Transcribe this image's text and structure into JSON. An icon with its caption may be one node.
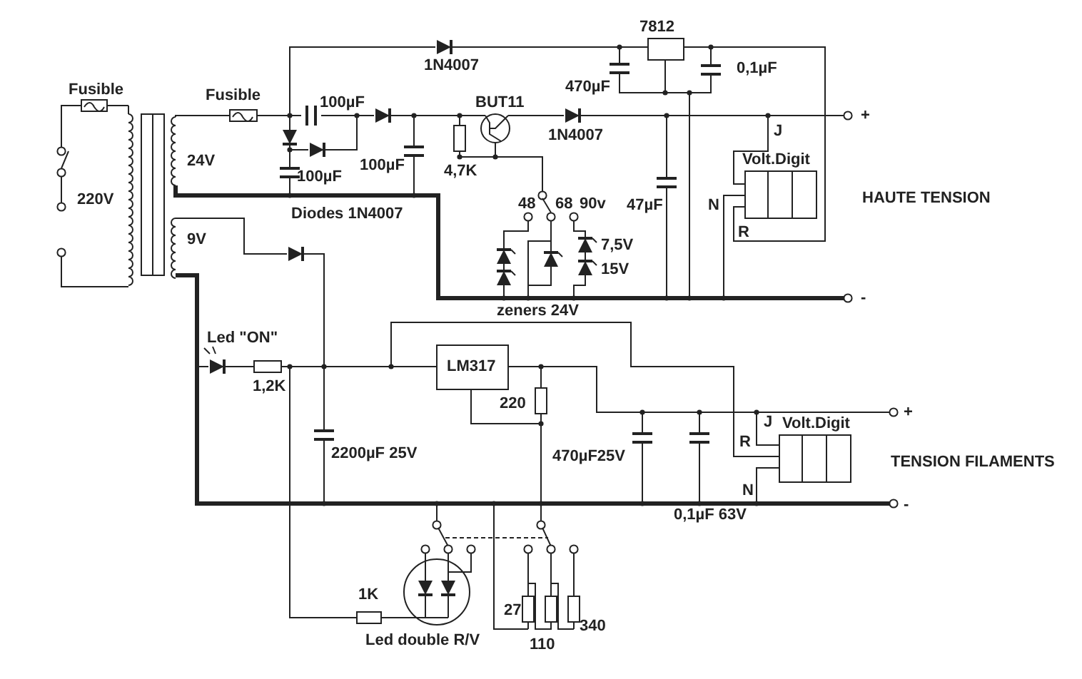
{
  "diagram": {
    "labels": [
      "7812",
      "1N4007",
      "0,1µF",
      "Fusible",
      "Fusible",
      "100µF",
      "BUT11",
      "470µF",
      "+",
      "1N4007",
      "J",
      "24V",
      "100µF",
      "100µF",
      "4,7K",
      "Volt.Digit",
      "220V",
      "Diodes 1N4007",
      "48",
      "68",
      "90v",
      "47µF",
      "N",
      "HAUTE TENSION",
      "R",
      "9V",
      "7,5V",
      "15V",
      "zeners 24V",
      "-",
      "Led \"ON\"",
      "LM317",
      "1,2K",
      "220",
      "+",
      "J",
      "Volt.Digit",
      "2200µF 25V",
      "470µF25V",
      "R",
      "TENSION FILAMENTS",
      "N",
      "0,1µF 63V",
      "-",
      "1K",
      "27",
      "340",
      "Led double R/V",
      "110"
    ]
  }
}
